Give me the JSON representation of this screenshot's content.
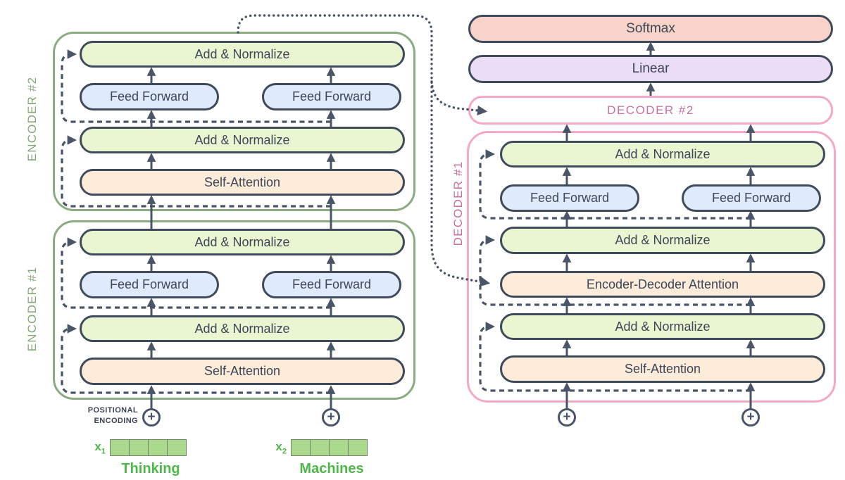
{
  "colors": {
    "box_border": "#3f4a5a",
    "line": "#4a5568",
    "add_normalize_fill": "#eaf6d2",
    "feed_forward_fill": "#dfebfc",
    "attention_fill": "#fcecd9",
    "softmax_fill": "#f8d3ca",
    "linear_fill": "#ecddf6",
    "encoder_frame": "#8bab80",
    "decoder_frame": "#f6a9c7",
    "encoder_label_text": "#84a878",
    "decoder_label_text": "#c9719f",
    "token_text": "#4db848",
    "embedding_fill": "#abd98d"
  },
  "encoders": [
    {
      "label": "ENCODER #2",
      "layers": {
        "norm_top": "Add & Normalize",
        "ff_left": "Feed Forward",
        "ff_right": "Feed Forward",
        "norm_mid": "Add & Normalize",
        "attention": "Self-Attention"
      }
    },
    {
      "label": "ENCODER #1",
      "layers": {
        "norm_top": "Add & Normalize",
        "ff_left": "Feed Forward",
        "ff_right": "Feed Forward",
        "norm_mid": "Add & Normalize",
        "attention": "Self-Attention"
      }
    }
  ],
  "decoder2": {
    "label": "DECODER #2"
  },
  "decoder1": {
    "label": "DECODER #1",
    "layers": {
      "norm_top": "Add & Normalize",
      "ff_left": "Feed Forward",
      "ff_right": "Feed Forward",
      "norm_mid": "Add & Normalize",
      "enc_dec_attention": "Encoder-Decoder Attention",
      "norm_low": "Add & Normalize",
      "attention": "Self-Attention"
    }
  },
  "output_stack": {
    "softmax": "Softmax",
    "linear": "Linear"
  },
  "inputs": {
    "positional_encoding_label": {
      "line1": "POSITIONAL",
      "line2": "ENCODING"
    },
    "plus_symbol": "+",
    "tokens": [
      {
        "symbol": "x",
        "subscript": "1",
        "word": "Thinking",
        "cells": 4
      },
      {
        "symbol": "x",
        "subscript": "2",
        "word": "Machines",
        "cells": 4
      }
    ]
  }
}
